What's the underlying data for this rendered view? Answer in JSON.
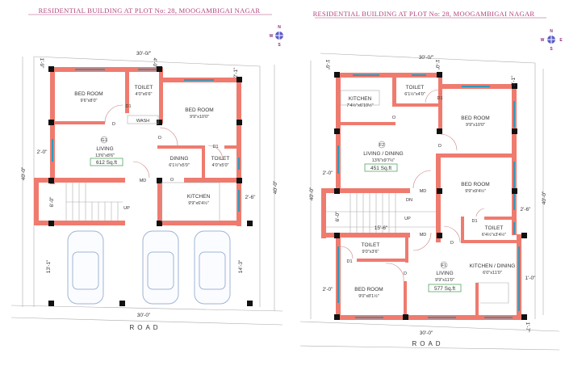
{
  "title_left": "RESIDENTIAL BUILDING AT PLOT No: 28, MOOGAMBIGAI NAGAR",
  "title_right": "RESIDENTIAL BUILDING AT PLOT No: 28, MOOGAMBIGAI NAGAR",
  "compass": {
    "n": "N",
    "s": "S",
    "e": "E",
    "w": "W"
  },
  "colors": {
    "wall": "#ef7b6f",
    "window": "#2a9bbf",
    "title": "#b0447c",
    "area_box": "#3a9a4a"
  },
  "ground": {
    "tag": "G1",
    "rooms": [
      {
        "name": "BED ROOM",
        "size": "9'6\"x8'0\""
      },
      {
        "name": "TOILET",
        "size": "4'0\"x6'6\""
      },
      {
        "name": "BED ROOM",
        "size": "9'9\"x10'0\""
      },
      {
        "name": "WASH",
        "size": ""
      },
      {
        "name": "LIVING",
        "size": "13'6\"x8'6\""
      },
      {
        "name": "DINING",
        "size": "6'1½\"x5'0\""
      },
      {
        "name": "TOILET",
        "size": "4'0\"x5'0\""
      },
      {
        "name": "KITCHEN",
        "size": "9'9\"x6'4½\""
      }
    ],
    "area": "612 Sq.ft",
    "doors": [
      "D1",
      "D",
      "D",
      "D1",
      "MD",
      "O",
      "UP"
    ],
    "dims": {
      "top": "30'-0/\"",
      "bottom": "30'-0\"",
      "left": "40'-0\"",
      "right": "40'-0\"",
      "d1": "1'-9\"",
      "d2": "4'-0\"",
      "d3": "2'-1\"",
      "d4": "2'-0\"",
      "d5": "6'-0\"",
      "d6": "2'-6\"",
      "d7": "13'-1\"",
      "d8": "14'-3\""
    },
    "road": "ROAD"
  },
  "first": {
    "tags": [
      "F2",
      "F1"
    ],
    "rooms": [
      {
        "name": "KITCHEN",
        "size": "7'4½\"x6'10½\""
      },
      {
        "name": "TOILET",
        "size": "6'1½\"x4'0\""
      },
      {
        "name": "BED ROOM",
        "size": "9'9\"x10'0\""
      },
      {
        "name": "LIVING / DINING",
        "size": "13'6\"x9'7½\""
      },
      {
        "name": "BED ROOM",
        "size": "9'9\"x9'4½\""
      },
      {
        "name": "TOILET",
        "size": "6'4½\"x3'4½\""
      },
      {
        "name": "TOILET",
        "size": "9'0\"x3'6\""
      },
      {
        "name": "LIVING",
        "size": "9'9\"x11'0\""
      },
      {
        "name": "KITCHEN / DINING",
        "size": "6'0\"x11'0\""
      },
      {
        "name": "BED ROOM",
        "size": "9'0\"x8'1½\""
      }
    ],
    "area_upper": "451 Sq.ft",
    "area_lower": "577 Sq.ft",
    "doors": [
      "D1",
      "O",
      "D",
      "MD",
      "DN",
      "UP",
      "MD",
      "D",
      "D1",
      "D1",
      "D"
    ],
    "dims": {
      "top": "30'-0/\"",
      "bottom": "30'-0\"",
      "left": "40'-0\"",
      "right": "40'-0\"",
      "d1": "1'-9\"",
      "d2": "1'-0\"",
      "d3": "2'-1\"",
      "d4": "2'-0\"",
      "d5": "6'-0\"",
      "d6": "2'-6\"",
      "d7": "15'-6\"",
      "d8": "2'-0\"",
      "d9": "1'-0\"",
      "d10": "1'-7\""
    },
    "road": "ROAD"
  }
}
